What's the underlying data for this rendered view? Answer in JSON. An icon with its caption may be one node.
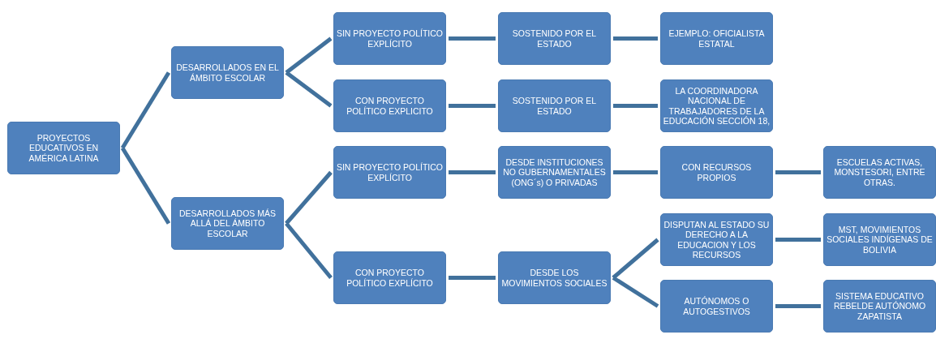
{
  "diagram": {
    "nodes": [
      {
        "text": [
          "PROYECTOS EDUCATIVOS EN AMÉRICA LATINA"
        ]
      },
      {
        "text": [
          "DESARROLLADOS EN EL ÁMBITO ESCOLAR"
        ]
      },
      {
        "text": [
          "DESARROLLADOS MÁS ALLÁ DEL ÁMBITO ESCOLAR"
        ]
      },
      {
        "text": [
          "SIN PROYECTO POLÍTICO EXPLÍCITO"
        ]
      },
      {
        "text": [
          "SOSTENIDO POR EL ESTADO"
        ]
      },
      {
        "text": [
          "EJEMPLO: OFICIALISTA ESTATAL"
        ]
      },
      {
        "text": [
          "CON PROYECTO POLÍTICO EXPLICITO"
        ]
      },
      {
        "text": [
          "SOSTENIDO POR EL ESTADO"
        ]
      },
      {
        "text": [
          "LA COORDINADORA NACIONAL DE TRABAJADORES DE LA EDUCACIÓN SECCIÓN 18,"
        ]
      },
      {
        "text": [
          "SIN PROYECTO POLÍTICO EXPLÍCITO"
        ]
      },
      {
        "text": [
          "DESDE INSTITUCIONES NO GUBERNAMENTALES (ONG´s) O PRIVADAS"
        ]
      },
      {
        "text": [
          "CON RECURSOS PROPIOS"
        ]
      },
      {
        "text": [
          "ESCUELAS ACTIVAS, MONSTESORI, ENTRE OTRAS."
        ]
      },
      {
        "text": [
          "CON PROYECTO POLÍTICO EXPLÍCITO"
        ]
      },
      {
        "text": [
          "DESDE LOS MOVIMIENTOS SOCIALES"
        ]
      },
      {
        "text": [
          "DISPUTAN AL ESTADO SU DERECHO A LA EDUCACION Y LOS RECURSOS"
        ]
      },
      {
        "text": [
          "MST, MOVIMIENTOS SOCIALES INDÍGENAS DE BOLIVIA"
        ]
      },
      {
        "text": [
          "AUTÓNOMOS O AUTOGESTIVOS"
        ]
      },
      {
        "text": [
          "SISTEMA EDUCATIVO REBELDE AUTÓNOMO ZAPATISTA"
        ]
      }
    ],
    "edges": [
      {
        "from": 0,
        "to": 1,
        "arrow": "none"
      },
      {
        "from": 0,
        "to": 2,
        "arrow": "none"
      },
      {
        "from": 1,
        "to": 3,
        "arrow": "none"
      },
      {
        "from": 1,
        "to": 6,
        "arrow": "none"
      },
      {
        "from": 2,
        "to": 9,
        "arrow": "none"
      },
      {
        "from": 2,
        "to": 13,
        "arrow": "none"
      },
      {
        "from": 3,
        "to": 4,
        "arrow": "none"
      },
      {
        "from": 4,
        "to": 5,
        "arrow": "none"
      },
      {
        "from": 6,
        "to": 7,
        "arrow": "none"
      },
      {
        "from": 7,
        "to": 8,
        "arrow": "none"
      },
      {
        "from": 9,
        "to": 10,
        "arrow": "none"
      },
      {
        "from": 10,
        "to": 11,
        "arrow": "none"
      },
      {
        "from": 11,
        "to": 12,
        "arrow": "none"
      },
      {
        "from": 13,
        "to": 14,
        "arrow": "none"
      },
      {
        "from": 14,
        "to": 15,
        "arrow": "none"
      },
      {
        "from": 14,
        "to": 17,
        "arrow": "none"
      },
      {
        "from": 15,
        "to": 16,
        "arrow": "none"
      },
      {
        "from": 17,
        "to": 18,
        "arrow": "none"
      }
    ]
  }
}
